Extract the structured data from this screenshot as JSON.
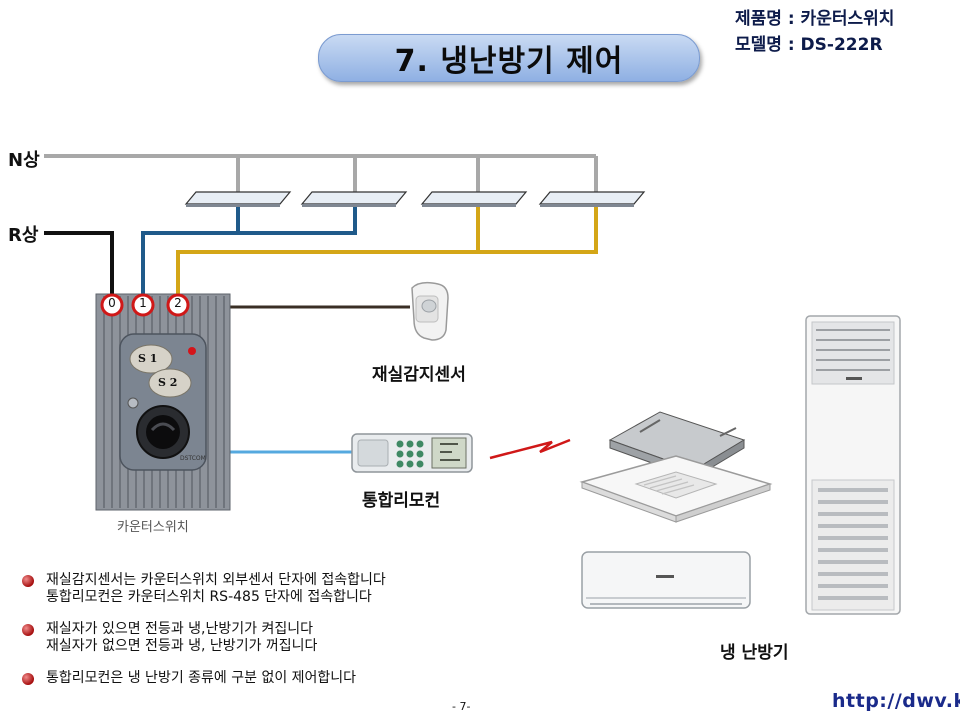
{
  "header": {
    "product_line": "제품명 : 카운터스위치",
    "model_line": "모델명 : DS-222R",
    "title": "7. 냉난방기 제어"
  },
  "diagram": {
    "n_phase_label": "N상",
    "r_phase_label": "R상",
    "terminals": [
      "0",
      "1",
      "2"
    ],
    "switch_buttons": [
      "S 1",
      "S 2"
    ],
    "switch_brand": "DSTCOM",
    "switch_caption": "카운터스위치",
    "sensor_label": "재실감지센서",
    "remote_label": "통합리모컨",
    "hvac_label": "냉 난방기"
  },
  "notes": [
    {
      "lines": [
        "재실감지센서는  카운터스위치 외부센서 단자에 접속합니다",
        "통합리모컨은 카운터스위치 RS-485 단자에  접속합니다"
      ]
    },
    {
      "lines": [
        "재실자가 있으면 전등과 냉,난방기가  켜집니다",
        "재실자가 없으면 전등과 냉, 난방기가 꺼집니다"
      ]
    },
    {
      "lines": [
        "통합리모컨은 냉 난방기 종류에 구분 없이 제어합니다"
      ]
    }
  ],
  "footer": {
    "page": "- 7-",
    "url": "http://dwv.kr"
  },
  "colors": {
    "n_line": "#a8a8a8",
    "r_line": "#111111",
    "ch1_line": "#1f5a8a",
    "ch2_line": "#d4a617",
    "sensor_line": "#3a2f25",
    "remote_line": "#55a9df",
    "ir_signal": "#d01818",
    "terminal_ring": "#d01818",
    "title_pill": "#a8c2ea"
  }
}
